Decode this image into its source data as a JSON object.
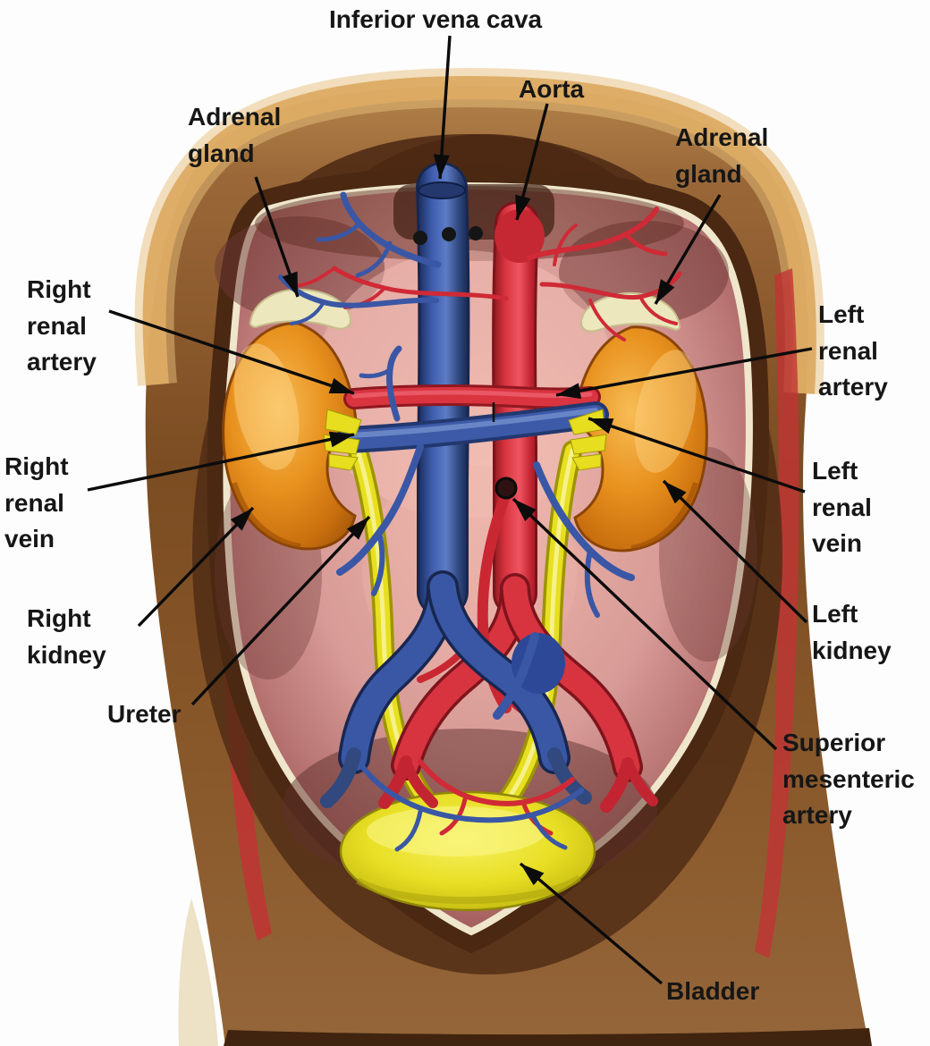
{
  "diagram": {
    "subject": "Urinary system anatomy",
    "labels": {
      "inferior_vena_cava": "Inferior vena cava",
      "aorta": "Aorta",
      "adrenal_gland_left": "Adrenal gland",
      "adrenal_gland_right": "Adrenal gland",
      "right_renal_artery": "Right renal artery",
      "left_renal_artery": "Left renal artery",
      "right_renal_vein": "Right renal vein",
      "left_renal_vein": "Left renal vein",
      "right_kidney": "Right kidney",
      "left_kidney": "Left kidney",
      "ureter": "Ureter",
      "superior_mesenteric_artery": "Superior mesenteric artery",
      "bladder": "Bladder"
    },
    "colors": {
      "artery_red": "#d93440",
      "vein_blue": "#3c5aa8",
      "ureter_bladder_yellow": "#e7df20",
      "kidney_orange": "#e8921f",
      "adrenal_cream": "#ece7bd",
      "torso_brown": "#7c4c22",
      "cavity_pink": "#d89b97",
      "arrow_label_black": "#0b0b0b"
    }
  }
}
